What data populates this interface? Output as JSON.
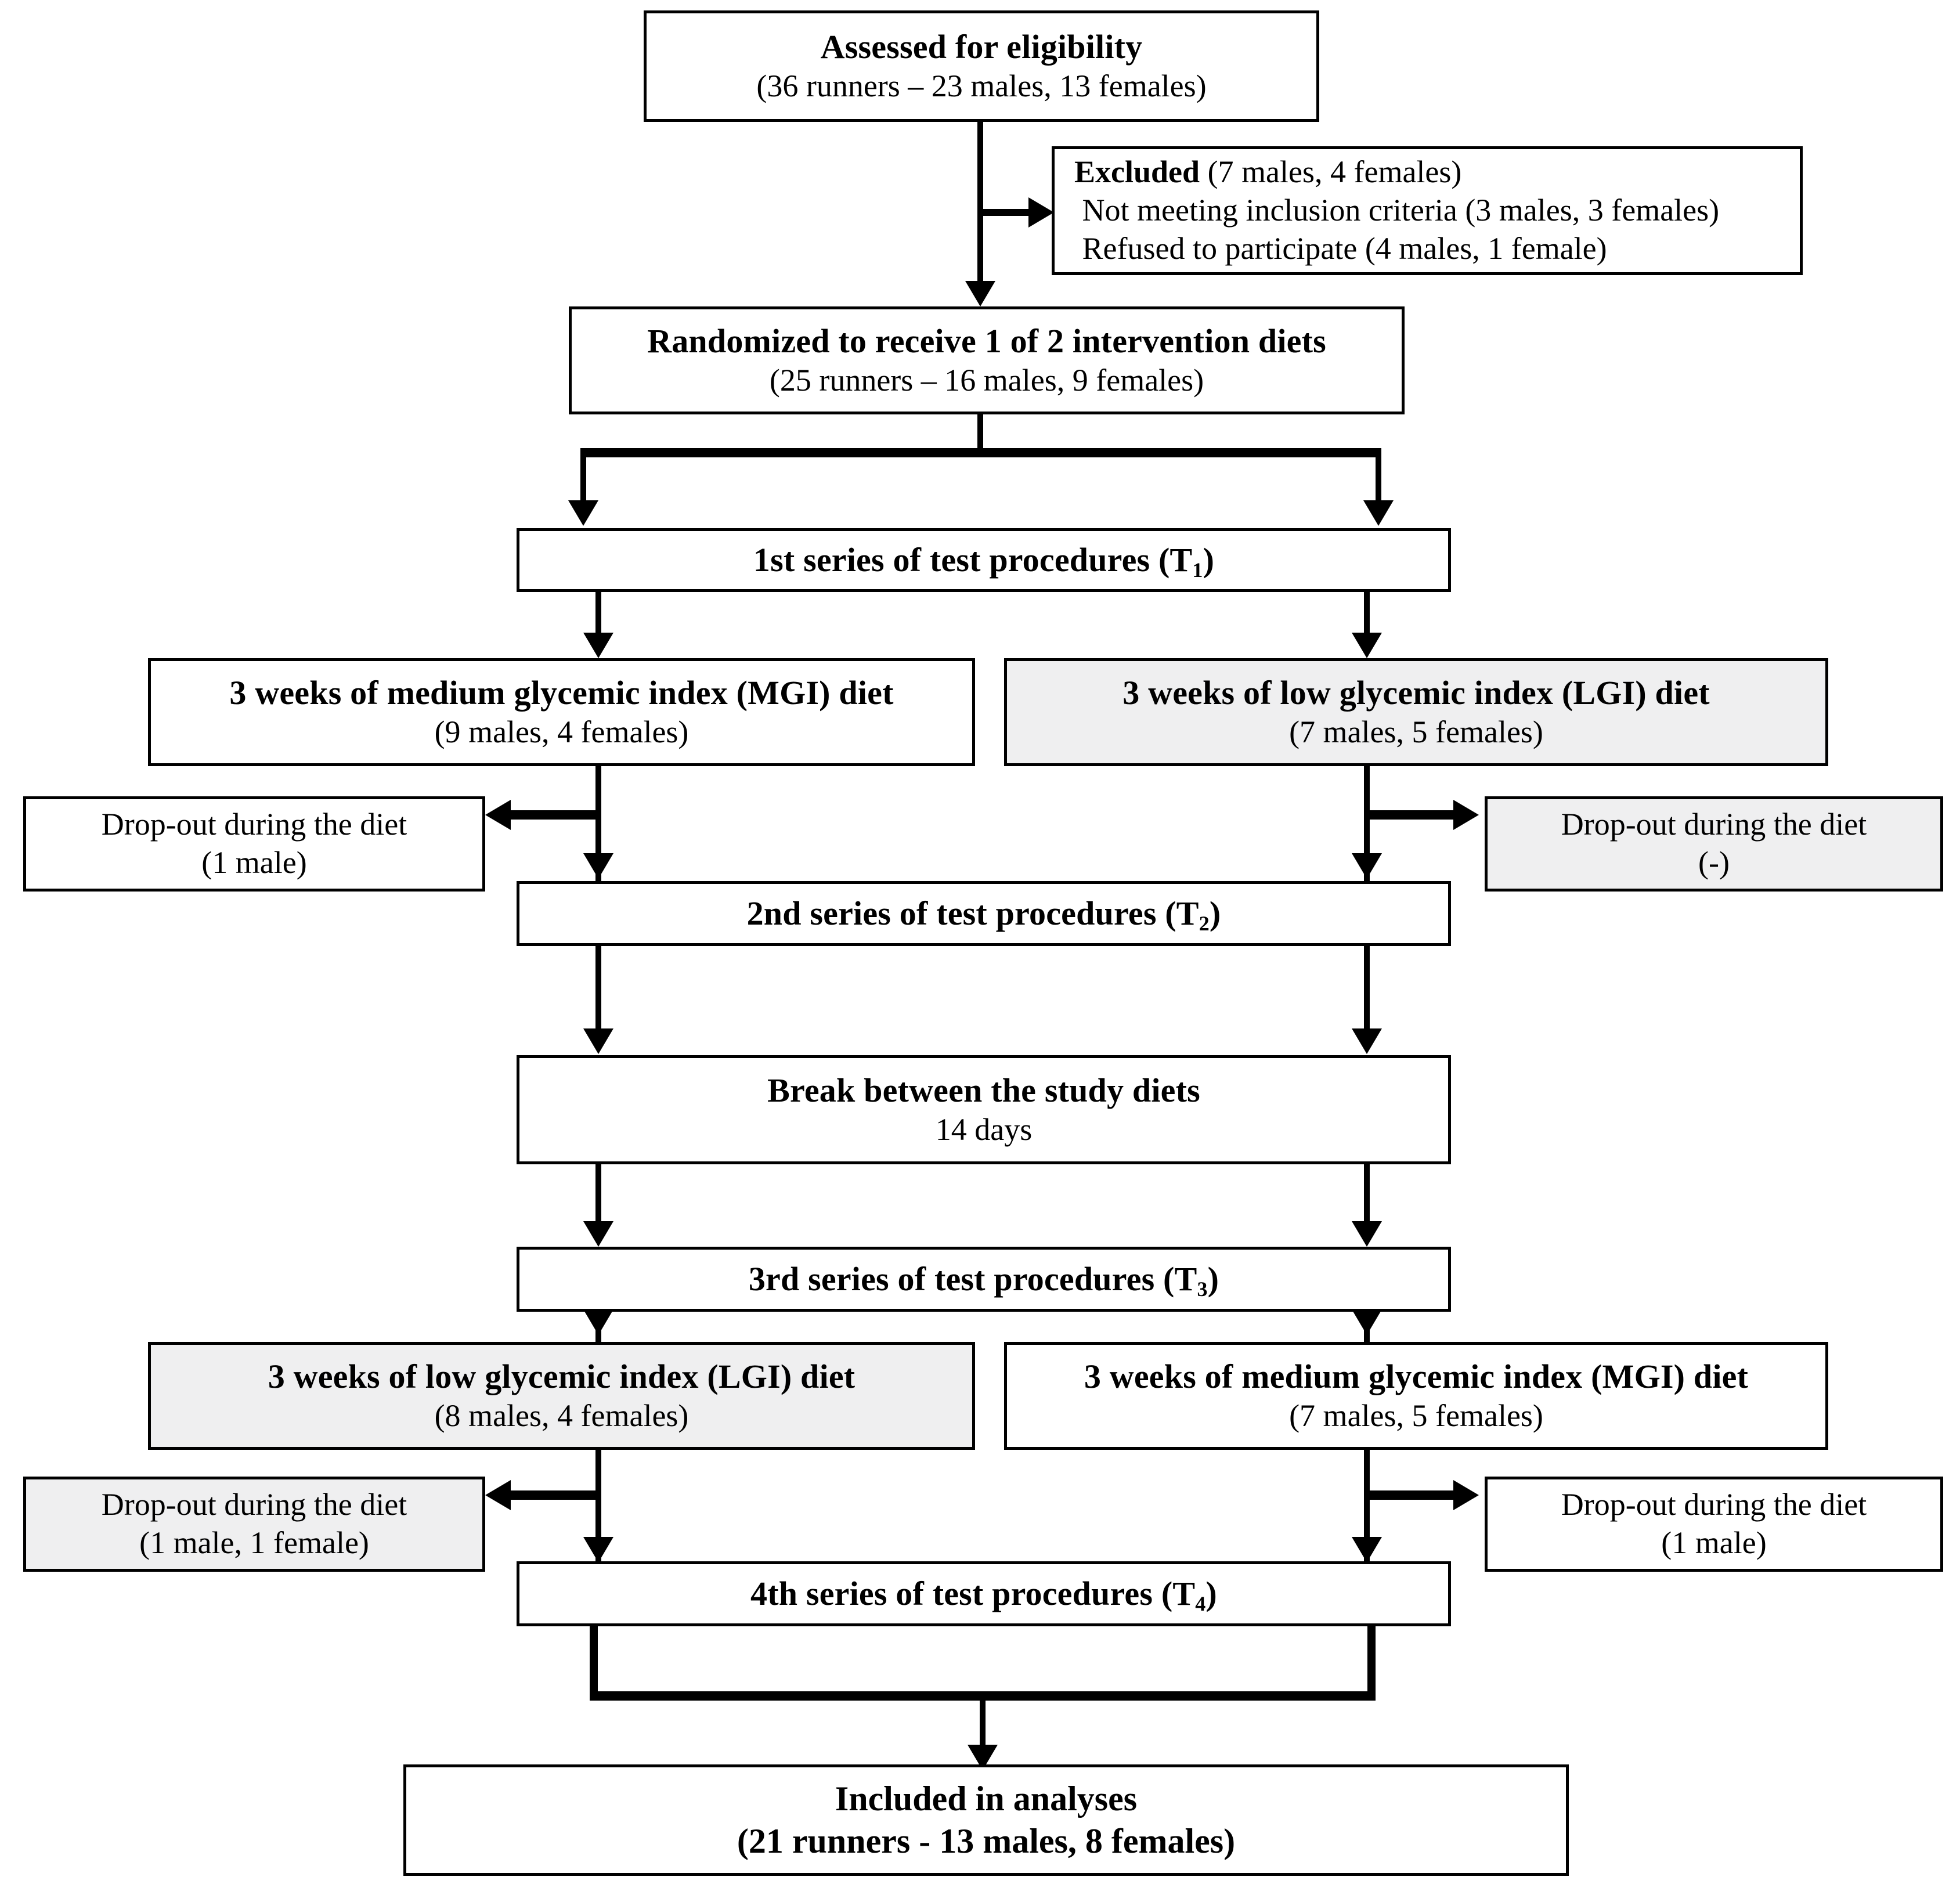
{
  "figure": {
    "type": "flow-diagram",
    "title": "CONSORT-style participant flow diagram of a randomized crossover dietary intervention trial in runners",
    "colors": {
      "box_border": "#000000",
      "box_fill_white": "#ffffff",
      "box_fill_shaded": "#efeff0",
      "text": "#000000"
    }
  },
  "nodes": {
    "assessed": {
      "line1": "Assessed for eligibility",
      "line2": "(36 runners – 23 males, 13 females)"
    },
    "excluded": {
      "line1_bold": "Excluded",
      "line1_rest": " (7 males, 4 females)",
      "line2": "Not meeting inclusion criteria (3 males, 3 females)",
      "line3": "Refused to participate (4 males, 1 female)"
    },
    "randomized": {
      "line1": "Randomized to receive 1 of 2 intervention diets",
      "line2": "(25 runners – 16 males, 9 females)"
    },
    "t1": {
      "line1": "1st series of test procedures (T",
      "sub": "1",
      "tail": ")"
    },
    "diet_mgi_1": {
      "line1": "3 weeks of medium glycemic index (MGI) diet",
      "line2": "(9 males, 4 females)"
    },
    "diet_lgi_1": {
      "line1": "3 weeks of low glycemic index (LGI) diet",
      "line2": "(7 males, 5 females)"
    },
    "dropout_left_1": {
      "line1": "Drop-out during the diet",
      "line2": "(1 male)"
    },
    "dropout_right_1": {
      "line1": "Drop-out during the diet",
      "line2": "(-)"
    },
    "t2": {
      "line1": "2nd series of test procedures (T",
      "sub": "2",
      "tail": ")"
    },
    "break": {
      "line1": "Break between the study diets",
      "line2": "14 days"
    },
    "t3": {
      "line1": "3rd series of test procedures (T",
      "sub": "3",
      "tail": ")"
    },
    "diet_lgi_2": {
      "line1": "3 weeks of low glycemic index (LGI) diet",
      "line2": "(8 males, 4 females)"
    },
    "diet_mgi_2": {
      "line1": "3 weeks of medium glycemic index (MGI) diet",
      "line2": "(7 males, 5 females)"
    },
    "dropout_left_2": {
      "line1": "Drop-out during the diet",
      "line2": "(1 male, 1 female)"
    },
    "dropout_right_2": {
      "line1": "Drop-out during the diet",
      "line2": "(1 male)"
    },
    "t4": {
      "line1": "4th series of test procedures (T",
      "sub": "4",
      "tail": ")"
    },
    "included": {
      "line1": "Included in analyses",
      "line2": "(21 runners - 13 males, 8 females)"
    }
  }
}
